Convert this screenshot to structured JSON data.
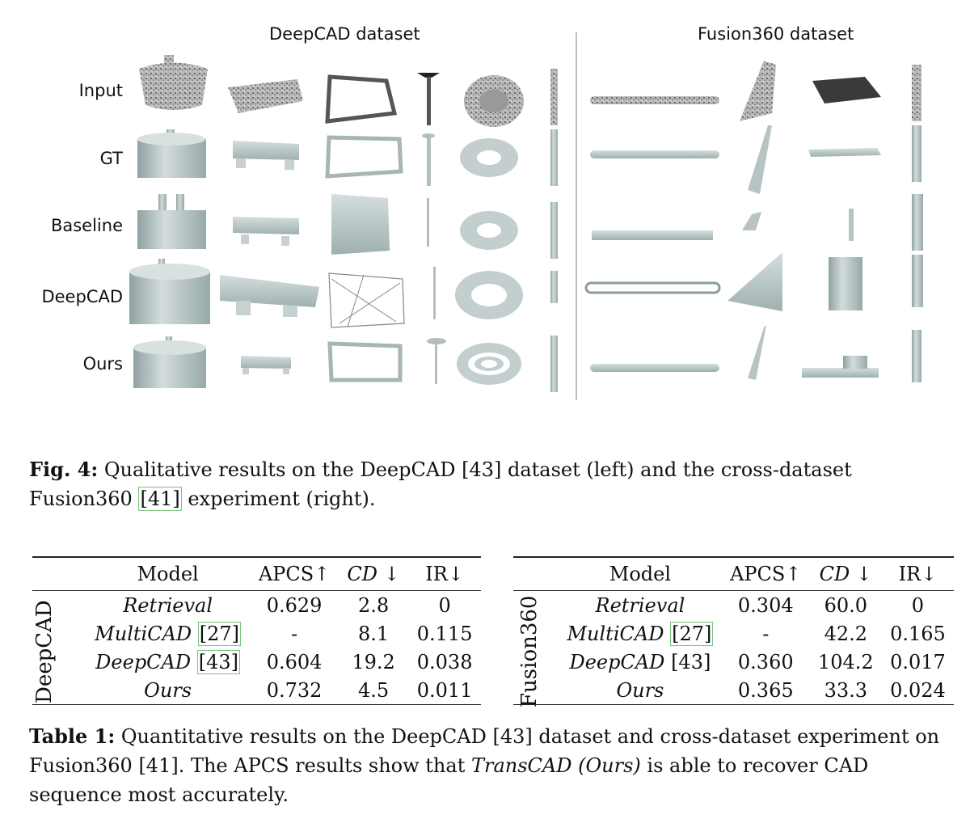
{
  "figure": {
    "left_title": "DeepCAD dataset",
    "right_title": "Fusion360 dataset",
    "row_labels": [
      "Input",
      "GT",
      "Baseline",
      "DeepCAD",
      "Ours"
    ]
  },
  "caption": {
    "label": "Fig. 4:",
    "text_before": " Qualitative results on the DeepCAD [43] dataset (left) and the cross-dataset Fusion360 ",
    "cite": "[41]",
    "text_after": " experiment (right)."
  },
  "table_left": {
    "side_label": "DeepCAD",
    "headers": [
      "Model",
      "APCS↑",
      "CD ↓",
      "IR↓"
    ],
    "rows": [
      {
        "model": "Retrieval",
        "cite": "",
        "apcs": "0.629",
        "cd": "2.8",
        "ir": "0"
      },
      {
        "model": "MultiCAD",
        "cite": "[27]",
        "apcs": "-",
        "cd": "8.1",
        "ir": "0.115"
      },
      {
        "model": "DeepCAD",
        "cite": "[43]",
        "apcs": "0.604",
        "cd": "19.2",
        "ir": "0.038"
      },
      {
        "model": "Ours",
        "cite": "",
        "apcs": "0.732",
        "cd": "4.5",
        "ir": "0.011"
      }
    ]
  },
  "table_right": {
    "side_label": "Fusion360",
    "headers": [
      "Model",
      "APCS↑",
      "CD ↓",
      "IR↓"
    ],
    "rows": [
      {
        "model": "Retrieval",
        "cite": "",
        "apcs": "0.304",
        "cd": "60.0",
        "ir": "0"
      },
      {
        "model": "MultiCAD",
        "cite": "[27]",
        "apcs": "-",
        "cd": "42.2",
        "ir": "0.165"
      },
      {
        "model": "DeepCAD",
        "cite": "[43]",
        "apcs": "0.360",
        "cd": "104.2",
        "ir": "0.017"
      },
      {
        "model": "Ours",
        "cite": "",
        "apcs": "0.365",
        "cd": "33.3",
        "ir": "0.024"
      }
    ]
  },
  "table_caption": {
    "label": "Table 1:",
    "text": " Quantitative results on the DeepCAD [43] dataset and cross-dataset experiment on Fusion360 [41]. The APCS results show that ",
    "emph": "TransCAD (Ours)",
    "text_after": " is able to recover CAD sequence most accurately."
  }
}
